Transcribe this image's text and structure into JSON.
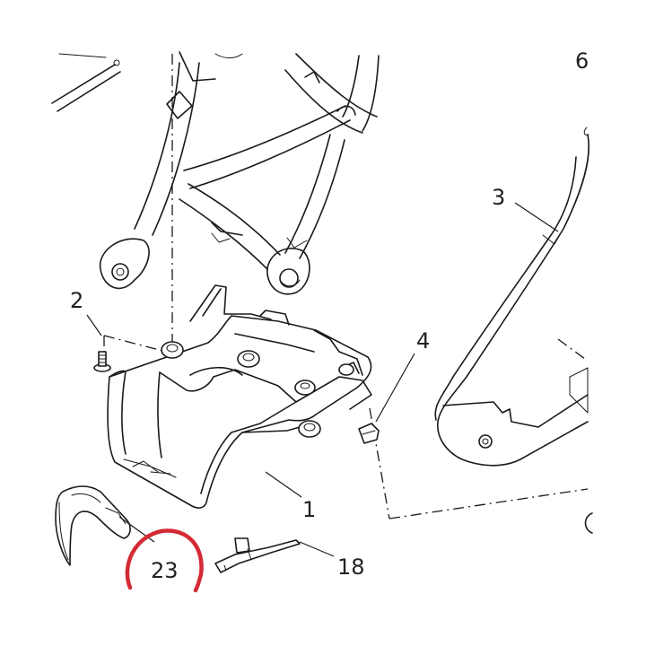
{
  "callouts": {
    "c1": "1",
    "c2": "2",
    "c3": "3",
    "c4": "4",
    "c6": "6",
    "c18": "18",
    "c23": "23"
  },
  "highlight": {
    "target": "23",
    "color": "#d42a35"
  },
  "colors": {
    "line": "#1a1a1a",
    "background": "#ffffff"
  }
}
